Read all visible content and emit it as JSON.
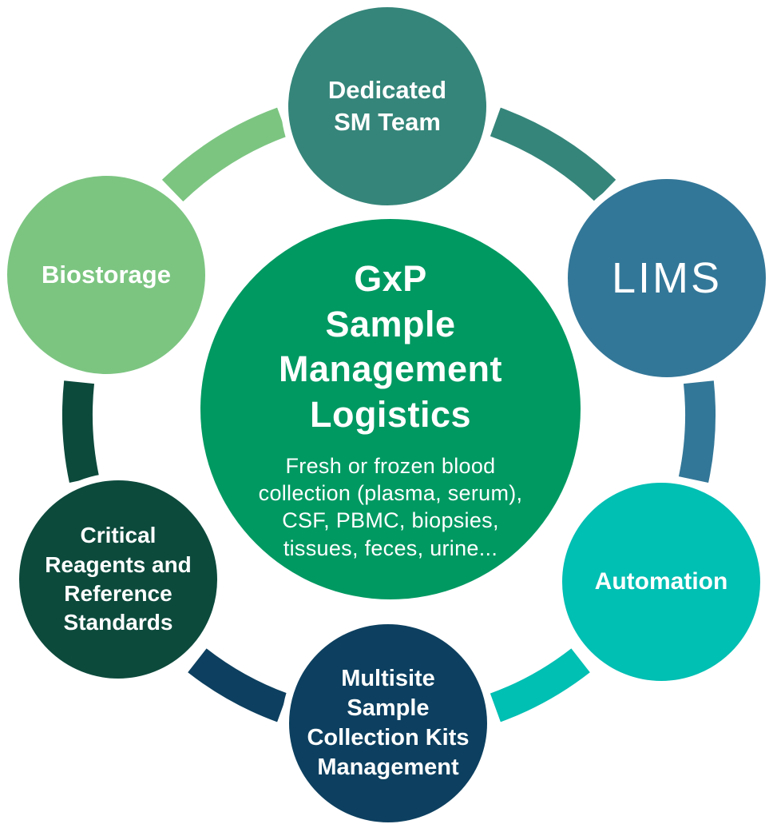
{
  "background": "#FFFFFF",
  "center": {
    "color": "#009962",
    "text_color": "#FFFFFF",
    "heading_lines": [
      "GxP",
      "Sample",
      "Management",
      "Logistics"
    ],
    "subtitle_lines": [
      "Fresh or frozen blood",
      "collection (plasma, serum),",
      "CSF, PBMC, biopsies,",
      "tissues,  feces, urine..."
    ]
  },
  "nodes": [
    {
      "id": "dedicated-sm-team",
      "color": "#35857A",
      "label_lines": [
        "Dedicated",
        "SM Team"
      ]
    },
    {
      "id": "lims",
      "color": "#337798",
      "label_lines": [
        "LIMS"
      ]
    },
    {
      "id": "automation",
      "color": "#00BFB3",
      "label_lines": [
        "Automation"
      ]
    },
    {
      "id": "multisite-sample-collection-kits-management",
      "color": "#0D4060",
      "label_lines": [
        "Multisite",
        "Sample",
        "Collection Kits",
        "Management"
      ]
    },
    {
      "id": "critical-reagents-and-reference-standards",
      "color": "#0C4A3C",
      "label_lines": [
        "Critical",
        "Reagents and",
        "Reference",
        "Standards"
      ]
    },
    {
      "id": "biostorage",
      "color": "#7CC581",
      "label_lines": [
        "Biostorage"
      ]
    }
  ],
  "ring": {
    "segments": [
      {
        "from": "dedicated-sm-team",
        "to": "lims",
        "color": "#35857A"
      },
      {
        "from": "lims",
        "to": "automation",
        "color": "#337798"
      },
      {
        "from": "automation",
        "to": "multisite-sample-collection-kits-management",
        "color": "#00BFB3"
      },
      {
        "from": "multisite-sample-collection-kits-management",
        "to": "critical-reagents-and-reference-standards",
        "color": "#0D4060"
      },
      {
        "from": "critical-reagents-and-reference-standards",
        "to": "biostorage",
        "color": "#0C4A3C"
      },
      {
        "from": "biostorage",
        "to": "dedicated-sm-team",
        "color": "#7CC581"
      }
    ]
  }
}
